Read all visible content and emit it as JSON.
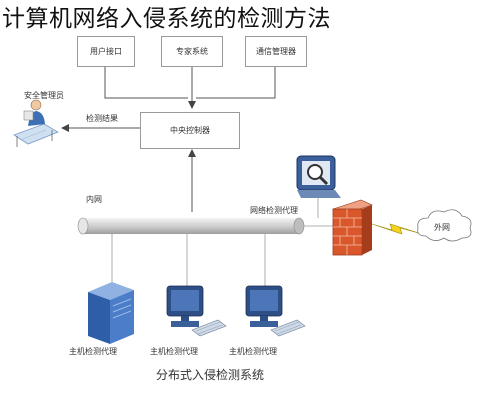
{
  "title": "计算机网络入侵系统的检测方法",
  "nodes": {
    "user_interface": "用户接口",
    "expert_system": "专家系统",
    "comm_manager": "通信管理器",
    "central_controller": "中央控制器",
    "security_admin": "安全管理员",
    "detect_result": "检测结果",
    "intranet": "内网",
    "network_agent": "网络检测代理",
    "extranet": "外网",
    "host_agent_1": "主机检测代理",
    "host_agent_2": "主机检测代理",
    "host_agent_3": "主机检测代理",
    "caption": "分布式入侵检测系统"
  },
  "colors": {
    "line": "#555555",
    "pipe": "#d9d9d9",
    "firewall": "#d9572b",
    "monitor": "#2d4f86",
    "bolt": "#f2d21b"
  },
  "icons": [
    "admin-person-icon",
    "magnifier-icon",
    "firewall-icon",
    "bolt-icon",
    "cloud-icon",
    "server-icon",
    "computer-icon"
  ]
}
